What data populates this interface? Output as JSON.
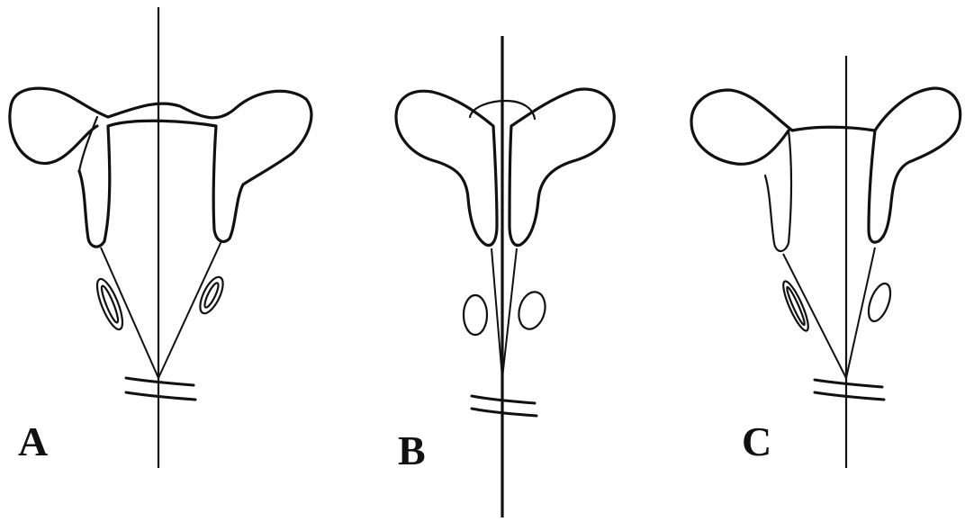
{
  "figure": {
    "panels": [
      {
        "id": "A",
        "label": "A"
      },
      {
        "id": "B",
        "label": "B"
      },
      {
        "id": "C",
        "label": "C"
      }
    ]
  }
}
